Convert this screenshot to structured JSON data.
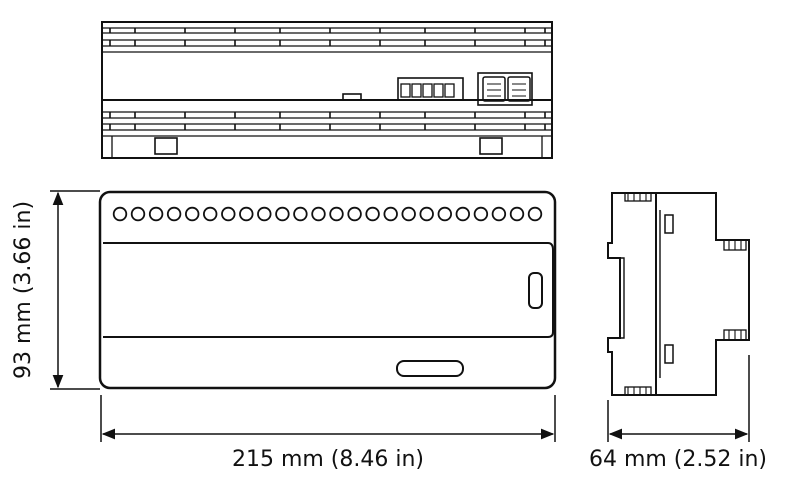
{
  "dimensions": {
    "height_label": "93 mm (3.66 in)",
    "width_label": "215 mm (8.46 in)",
    "depth_label": "64 mm (2.52 in)"
  },
  "views": {
    "top_view": "top-view",
    "front_view": "front-view",
    "side_view": "side-view"
  },
  "front_view": {
    "terminal_count": 24
  },
  "colors": {
    "stroke": "#111111",
    "background": "#ffffff"
  }
}
